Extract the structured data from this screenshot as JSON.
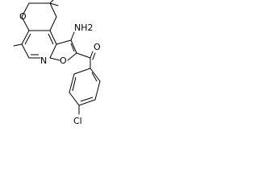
{
  "molecule": {
    "atom_labels": {
      "ring_oxygen": "O",
      "amino": "NH2",
      "pyridine_nitrogen": "N",
      "furan_oxygen": "O",
      "carbonyl_oxygen": "O",
      "chlorine": "Cl"
    },
    "substituents": [
      "CH3",
      "CH3",
      "CH3"
    ]
  },
  "colors": {
    "line": "#000000",
    "background": "#ffffff"
  }
}
